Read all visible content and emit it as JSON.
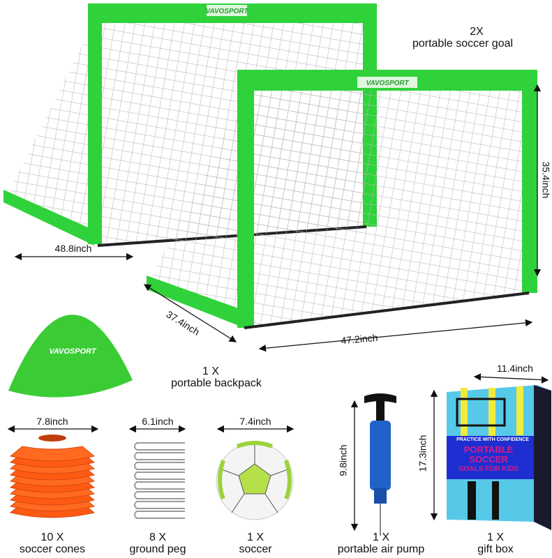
{
  "brand": "VAVOSPORT",
  "colors": {
    "green": "#2fd23a",
    "orange": "#ff5a14",
    "pump_blue": "#1f63c8",
    "box_blue": "#1d2fd0",
    "box_cyan": "#57c9e8",
    "box_yellow": "#f2ea3c",
    "box_magenta": "#b0106c"
  },
  "goal": {
    "qty": "2X",
    "name": "portable soccer goal",
    "width": "48.8inch",
    "depth": "37.4inch",
    "length": "47.2inch",
    "height": "35.4inch"
  },
  "backpack": {
    "qty": "1 X",
    "name": "portable backpack"
  },
  "cones": {
    "qty": "10 X",
    "name": "soccer cones",
    "size": "7.8inch"
  },
  "pegs": {
    "qty": "8 X",
    "name": "ground peg",
    "size": "6.1inch"
  },
  "ball": {
    "qty": "1 X",
    "name": "soccer",
    "size": "7.4inch"
  },
  "pump": {
    "qty": "1 X",
    "name": "portable air pump",
    "size": "9.8inch"
  },
  "giftbox": {
    "qty": "1 X",
    "name": "gift box",
    "width": "11.4inch",
    "height": "17.3inch",
    "title_lines": [
      "PORTABLE",
      "SOCCER",
      "GOALS FOR KIDS"
    ],
    "tagline": "PRACTICE WITH CONFIDENCE"
  }
}
